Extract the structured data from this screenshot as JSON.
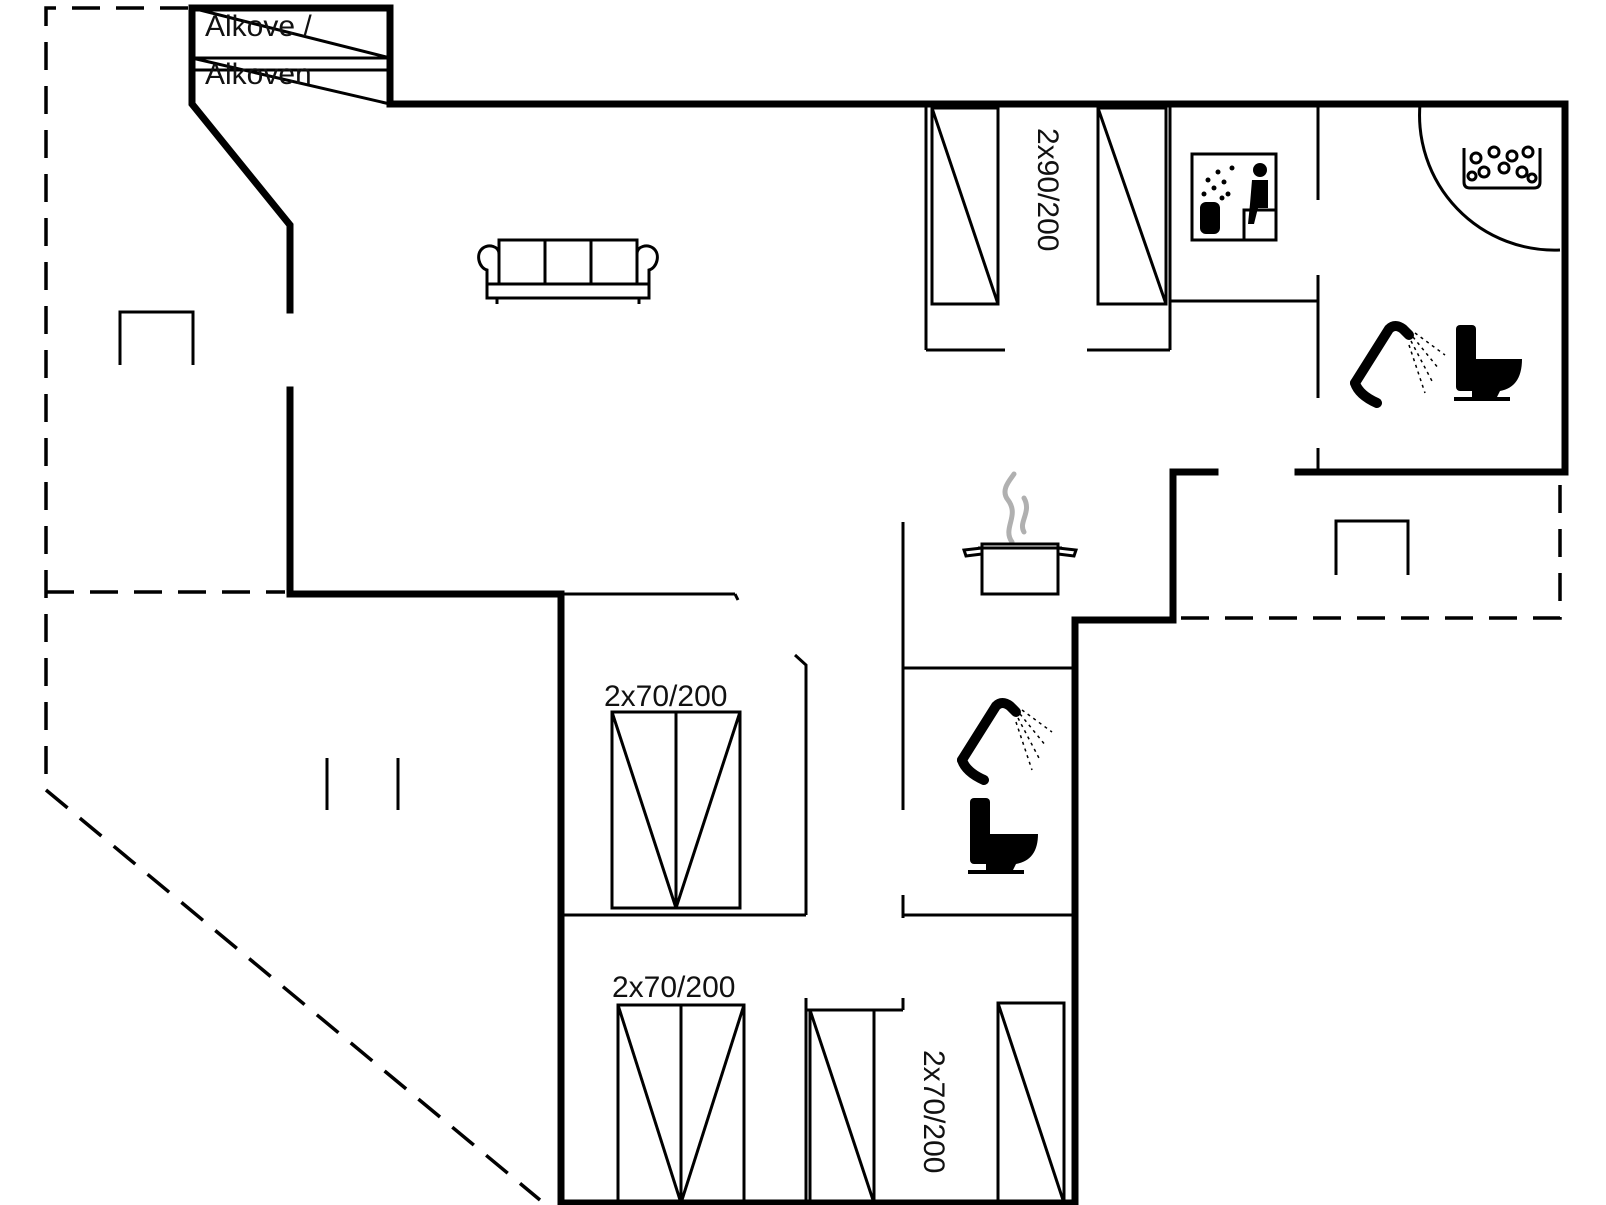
{
  "alcove": {
    "line1": "Alkove /",
    "line2": "Alkoven"
  },
  "beds": {
    "bedroom_top": "2x90/200",
    "bedroom_mid": "2x70/200",
    "bedroom_low_left": "2x70/200",
    "bedroom_low_right": "2x70/200"
  },
  "icons": [
    "sofa-icon",
    "sauna-icon",
    "whirlpool-icon",
    "shower-icon",
    "toilet-icon",
    "cooking-pot-icon"
  ]
}
